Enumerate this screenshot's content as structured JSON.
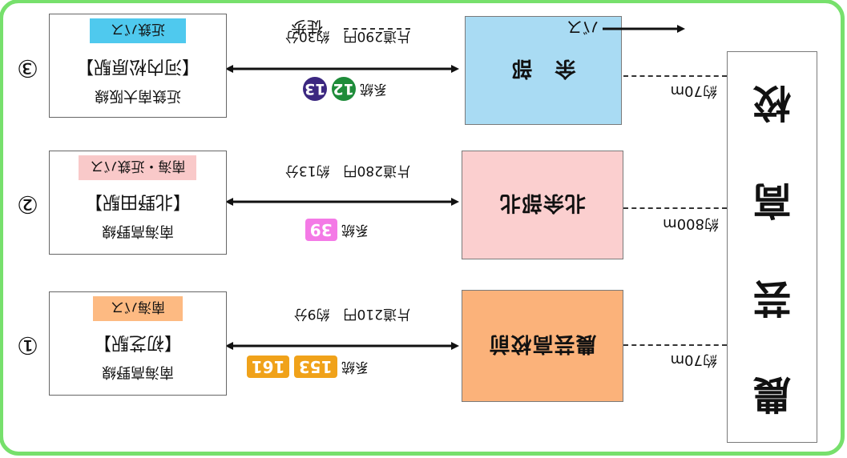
{
  "school": {
    "chars": [
      "農",
      "芸",
      "高",
      "校"
    ]
  },
  "routes": [
    {
      "number": "①",
      "line": "南海高野線",
      "station": "【初芝駅】",
      "operator": "南海バス",
      "operator_color": "#fdba82",
      "system_label": "系統",
      "systems": [
        "153",
        "161"
      ],
      "system_colors": [
        "#f0a21a",
        "#f0a21a"
      ],
      "system_shape": "square",
      "fare": "片道210円",
      "time": "約9分",
      "stop": "農芸高校前",
      "stop_color": "#fbb27a",
      "walk": "約70m"
    },
    {
      "number": "②",
      "line": "南海高野線",
      "station": "【北野田駅】",
      "operator": "南海・近鉄バス",
      "operator_color": "#f9c9c9",
      "system_label": "系統",
      "systems": [
        "39"
      ],
      "system_colors": [
        "#f47ae6"
      ],
      "system_shape": "square",
      "fare": "片道280円",
      "time": "約13分",
      "stop": "北余部北",
      "stop_color": "#fbcfcf",
      "walk": "約800m"
    },
    {
      "number": "③",
      "line": "近鉄南大阪線",
      "station": "【河内松原駅】",
      "operator": "近鉄バス",
      "operator_color": "#4fc9ee",
      "system_label": "系統",
      "systems": [
        "12",
        "13"
      ],
      "system_colors": [
        "#1e8c3a",
        "#3b2780"
      ],
      "system_shape": "circle",
      "fare": "片道290円",
      "time": "約30分",
      "stop": "余　部",
      "stop_color": "#a9dbf3",
      "walk": "約70m"
    }
  ],
  "legend": {
    "bus": "バス",
    "walk": "徒歩"
  }
}
